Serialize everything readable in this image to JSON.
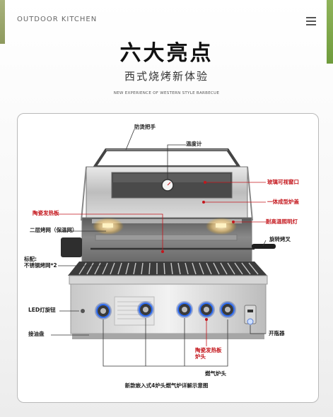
{
  "header": {
    "brand": "OUTDOOR KITCHEN",
    "menu_icon": "hamburger-icon"
  },
  "hero": {
    "title": "六大亮点",
    "subtitle": "西式烧烤新体验",
    "subtitle_en": "NEW EXPERIENCE OF WESTERN STYLE BARBECUE"
  },
  "labels": {
    "handle": "防烫把手",
    "thermometer": "温度计",
    "glass_window": "玻璃可视窗口",
    "integrated_lid": "一体成型炉盖",
    "heat_plate": "陶瓷发热板",
    "lamp": "耐高温照明灯",
    "rack": "二层烤网（保温网）",
    "rotisserie": "旋转烤叉",
    "standard_line1": "标配:",
    "standard_line2": "不锈钢烤网*2",
    "led_knob": "LED灯旋钮",
    "grease_tray": "接油盘",
    "bottle_opener": "开瓶器",
    "ceramic_burner_line1": "陶瓷发热板",
    "ceramic_burner_line2": "炉头",
    "gas_burner": "燃气炉头"
  },
  "caption": "新款嵌入式4炉头燃气炉详解示意图",
  "colors": {
    "accent_red": "#c4161c",
    "text_dark": "#222222",
    "steel": "#c9c9c9"
  }
}
